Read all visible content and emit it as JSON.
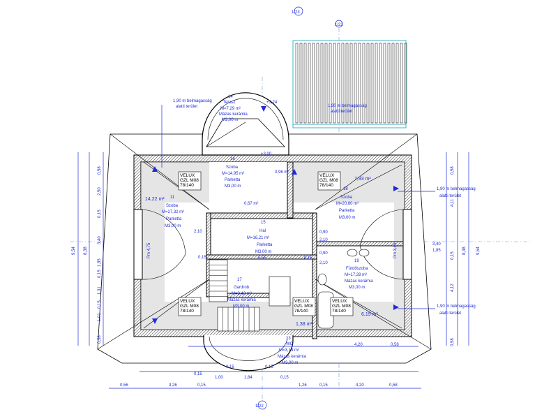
{
  "rooms": [
    {
      "num": "14",
      "name": "Terasz",
      "area": "M=7,29 m²",
      "floor": "Mázas kerámia",
      "height": "M3,00 m"
    },
    {
      "num": "16",
      "name": "Szoba",
      "area": "M=14,95 m²",
      "floor": "Parketta",
      "height": "M3,00 m"
    },
    {
      "num": "11",
      "name": "Szoba",
      "area": "M=27,32 m²",
      "floor": "Parketta",
      "height": "M3,00 m"
    },
    {
      "num": "15",
      "name": "Hal",
      "area": "M=16,21 m²",
      "floor": "Parketta",
      "height": "M3,00 m"
    },
    {
      "num": "18",
      "name": "Szoba",
      "area": "M=20,80 m²",
      "floor": "Parketta",
      "height": "M3,00 m"
    },
    {
      "num": "19",
      "name": "Fürdőszoba",
      "area": "M=17,28 m²",
      "floor": "Mázas kerámia",
      "height": "M3,00 m"
    },
    {
      "num": "17",
      "name": "Gardrob",
      "area": "M=2,42 m²",
      "floor": "Mázas kerámia",
      "height": "M3,00 m"
    },
    {
      "num": "13",
      "name": "WC",
      "area": "M=3,14 m²",
      "floor": "Mázas kerámia",
      "height": "M3,00 m"
    }
  ],
  "velux": [
    {
      "l1": "VELUX",
      "l2": "GZL M08",
      "l3": "78/140"
    },
    {
      "l1": "VELUX",
      "l2": "GZL M08",
      "l3": "78/140"
    },
    {
      "l1": "VELUX",
      "l2": "GZL M08",
      "l3": "78/140"
    },
    {
      "l1": "VELUX",
      "l2": "GZL M08",
      "l3": "78/140"
    },
    {
      "l1": "VELUX",
      "l2": "GZL M08",
      "l3": "78/140"
    }
  ],
  "notes": {
    "low_area_l1": "1,90 m belmagasság",
    "low_area_l2": "alatti terület",
    "low_area_r1": "1,90 m belmagasság",
    "low_area_r2": "alatti terület",
    "low_area_b1": "1,90 m belmagasság",
    "low_area_b2": "alatti terület",
    "low_area_t1": "1,90 m belmagasság",
    "low_area_t2": "alatti terület"
  },
  "areas": {
    "a1422": "14,22 m²",
    "a793": "7,93 m²",
    "a619": "6,19 m²",
    "a138": "1,38 m²",
    "a067": "0,67 m²",
    "a096": "0,96 m²"
  },
  "levels": {
    "terrace": "+3,24",
    "floor": "+3,00"
  },
  "pm": {
    "left": "Pm 4,75",
    "right": "Pm 3,85"
  },
  "dims_bottom": [
    "0,56",
    "3,26",
    "0,15",
    "1,00",
    "1,84",
    "0,15",
    "1,26",
    "0,15",
    "4,20",
    "0,58"
  ],
  "dims_bottom2": [
    "0,15",
    "0,15",
    "0,15",
    "4,20",
    "0,58"
  ],
  "dims_left_outer": [
    "0,58",
    "2,50",
    "0,15",
    "3,40",
    "1,85",
    "0,15",
    "1,31",
    "0,15",
    "1,01",
    "0,58"
  ],
  "dims_left_total": [
    "9,54",
    "8,38"
  ],
  "dims_right_outer": [
    "0,58",
    "4,11",
    "3,40",
    "1,85",
    "0,15",
    "4,12",
    "0,58"
  ],
  "dims_right_total": [
    "9,54",
    "8,38"
  ],
  "dims_inner": {
    "hall_w": "5,55",
    "d210a": "2,10",
    "d210b": "2,10",
    "d210c": "2,10",
    "d090": "0,90",
    "d090b": "0,90",
    "d015": "0,15",
    "d015b": "0,15"
  },
  "section_marks": {
    "top": "1/23",
    "top2": "1/22",
    "bottom": "1/22"
  }
}
